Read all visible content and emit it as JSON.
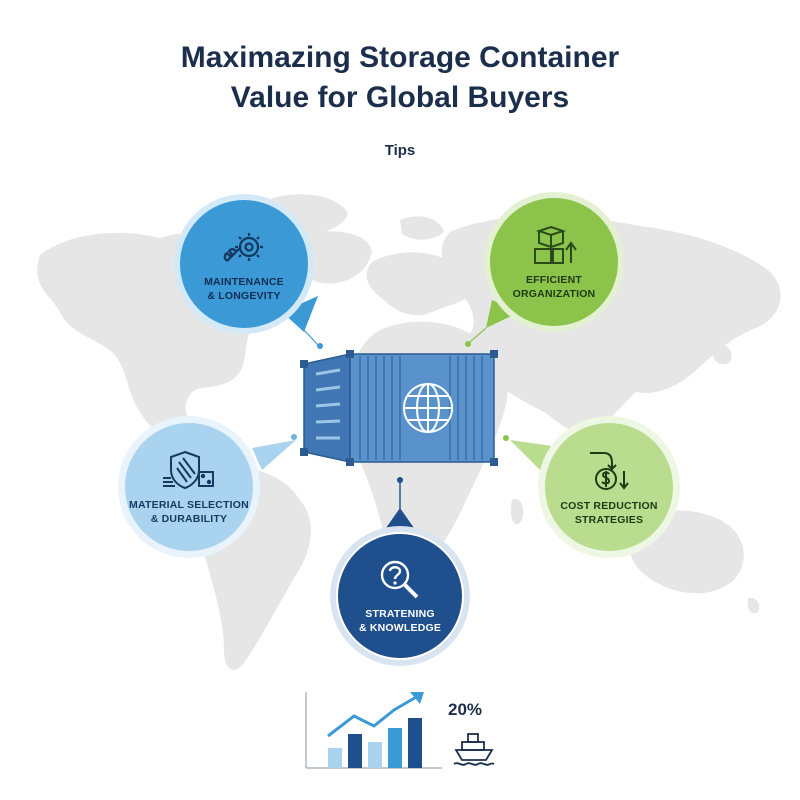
{
  "title": {
    "line1": "Maximazing Storage Container",
    "line2": "Value for Global Buyers"
  },
  "subtitle": "Tips",
  "nodes": {
    "maintenance": {
      "label": "MAINTENANCE\n& LONGEVITY",
      "icon": "gear-wrench-icon",
      "color": "#3b9ad6"
    },
    "organization": {
      "label": "EFFICIENT\nORGANIZATION",
      "icon": "boxes-arrow-icon",
      "color": "#8cc34a"
    },
    "material": {
      "label": "MATERIAL SELECTION\n& DURABILITY",
      "icon": "shield-material-icon",
      "color": "#a9d3ef"
    },
    "cost": {
      "label": "COST REDUCTION\nSTRATEGIES",
      "icon": "dollar-down-icon",
      "color": "#b9dc8f"
    },
    "knowledge": {
      "label": "STRATENING\n& KNOWLEDGE",
      "icon": "magnifier-question-icon",
      "color": "#1f4f8c"
    }
  },
  "center": {
    "icon": "shipping-container-globe-icon"
  },
  "footer": {
    "percent": "20%",
    "chart_icon": "growth-bar-chart-icon",
    "ship_icon": "ship-icon"
  },
  "colors": {
    "title": "#1b2f4d",
    "map": "#e6e6e6",
    "container": "#4a84bf"
  }
}
